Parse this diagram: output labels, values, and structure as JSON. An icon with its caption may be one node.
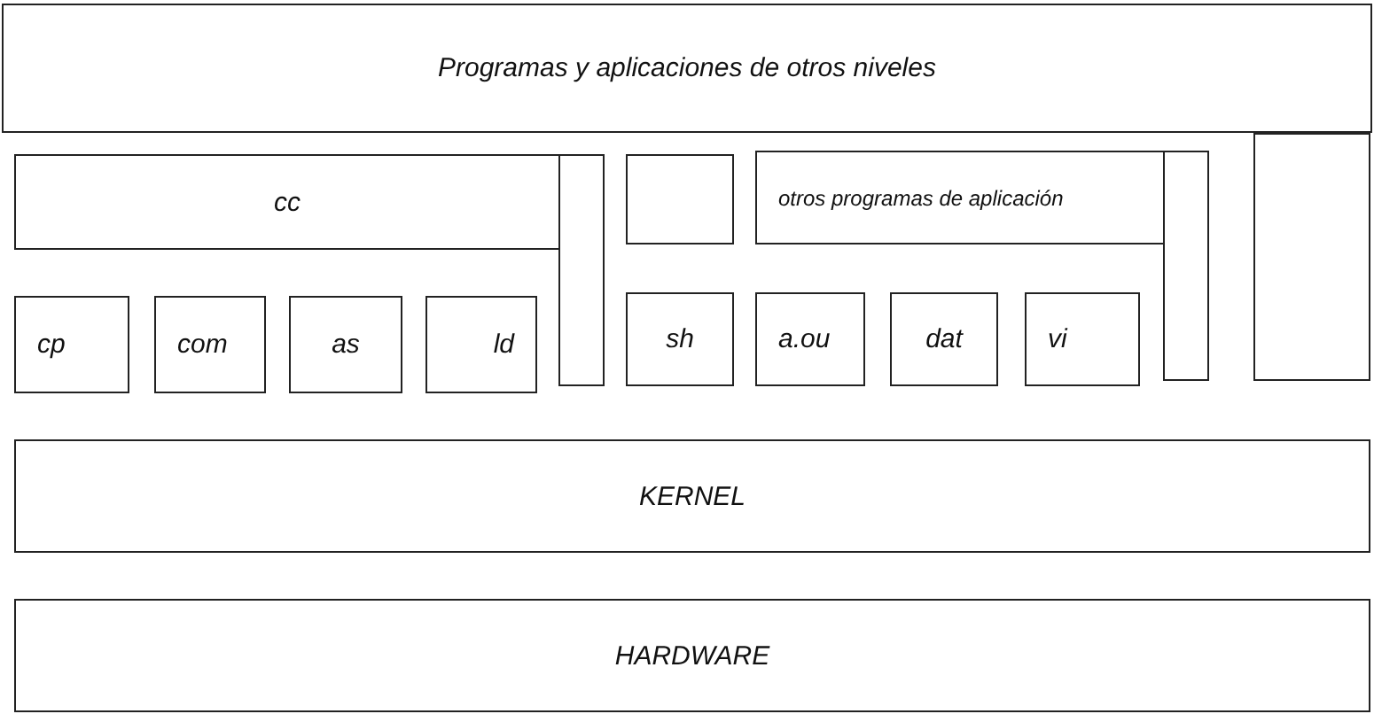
{
  "diagram": {
    "nodes": [
      {
        "text": [
          "Programas y aplicaciones de otros niveles"
        ]
      },
      {
        "text": [
          "cc"
        ]
      },
      {
        "text": [],
        "shape": "bar"
      },
      {
        "text": [],
        "shape": "box"
      },
      {
        "text": [
          "otros programas de aplicación"
        ]
      },
      {
        "text": [],
        "shape": "bar"
      },
      {
        "text": [],
        "shape": "box"
      },
      {
        "text": [
          "cp"
        ]
      },
      {
        "text": [
          "com"
        ]
      },
      {
        "text": [
          "as"
        ]
      },
      {
        "text": [
          "ld"
        ]
      },
      {
        "text": [
          "sh"
        ]
      },
      {
        "text": [
          "a.ou"
        ]
      },
      {
        "text": [
          "dat"
        ]
      },
      {
        "text": [
          "vi"
        ]
      },
      {
        "text": [
          "KERNEL"
        ]
      },
      {
        "text": [
          "HARDWARE"
        ]
      }
    ]
  }
}
